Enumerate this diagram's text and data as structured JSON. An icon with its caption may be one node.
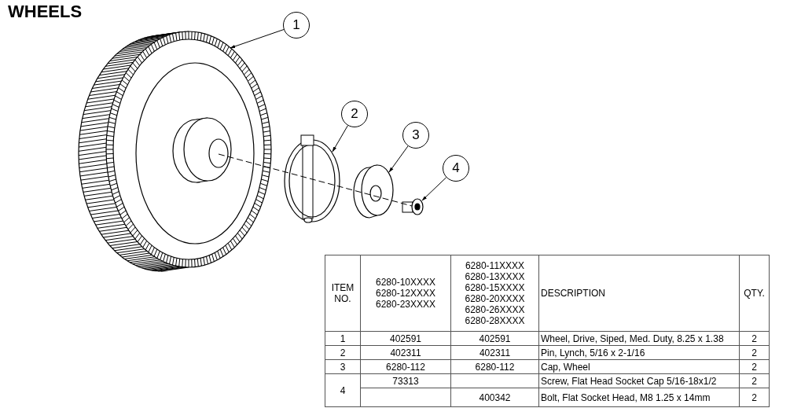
{
  "diagram": {
    "title": "WHEELS",
    "nodes": [
      {
        "text": [
          "1"
        ]
      },
      {
        "text": [
          "2"
        ]
      },
      {
        "text": [
          "3"
        ]
      },
      {
        "text": [
          "4"
        ]
      },
      {
        "text": [],
        "shape": "picture"
      },
      {
        "text": [],
        "shape": "picture"
      },
      {
        "text": [],
        "shape": "picture"
      },
      {
        "text": [],
        "shape": "picture"
      }
    ],
    "edges": [
      {
        "from": 0,
        "to": 4,
        "arrow": "to"
      },
      {
        "from": 1,
        "to": 5,
        "arrow": "to"
      },
      {
        "from": 2,
        "to": 6,
        "arrow": "to"
      },
      {
        "from": 3,
        "to": 7,
        "arrow": "to"
      }
    ],
    "labels": [
      "ITEM NO.",
      "6280-10XXXX 6280-12XXXX 6280-23XXXX",
      "6280-11XXXX 6280-13XXXX 6280-15XXXX 6280-20XXXX 6280-26XXXX 6280-28XXXX",
      "DESCRIPTION",
      "QTY.",
      "1",
      "402591",
      "402591",
      "Wheel, Drive, Siped, Med. Duty, 8.25 x 1.38",
      "2",
      "2",
      "402311",
      "402311",
      "Pin, Lynch, 5/16 x 2-1/16",
      "2",
      "3",
      "6280-112",
      "6280-112",
      "Cap, Wheel",
      "2",
      "4",
      "73313",
      "Screw, Flat Head Socket Cap 5/16-18x1/2",
      "2",
      "400342",
      "Bolt, Flat Socket Head, M8 1.25 x 14mm",
      "2"
    ]
  }
}
